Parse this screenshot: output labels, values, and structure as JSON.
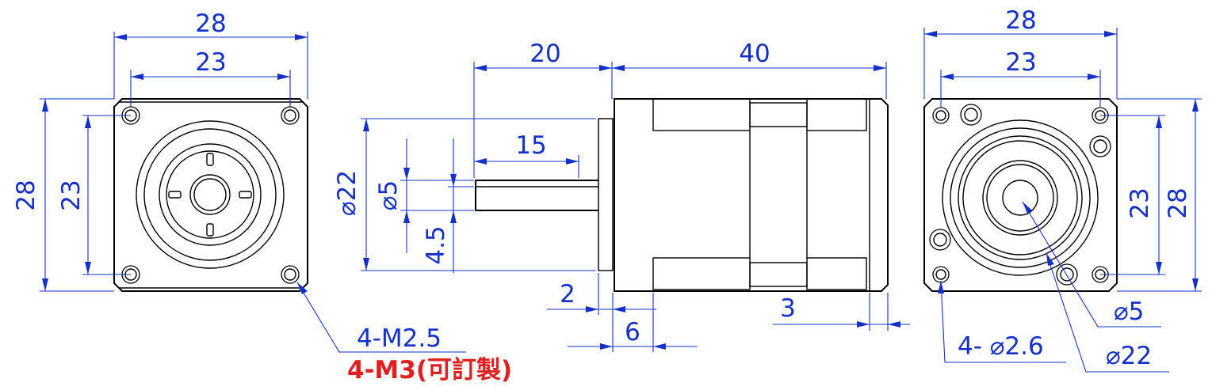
{
  "views": {
    "front": {
      "dims": {
        "top_outer": "28",
        "top_inner": "23",
        "left_outer": "28",
        "left_inner": "23"
      },
      "callout": "4-M2.5",
      "callout_alt": "4-M3(可訂製)"
    },
    "side": {
      "dims": {
        "shaft_len": "20",
        "body_len": "40",
        "flat_len": "15",
        "flange_dia": "⌀22",
        "shaft_dia": "⌀5",
        "flat_depth": "4.5",
        "pilot": "2",
        "step": "6",
        "rear": "3"
      }
    },
    "rear": {
      "dims": {
        "top_outer": "28",
        "top_inner": "23",
        "right_inner": "23",
        "right_outer": "28"
      },
      "callout_holes": "4- ⌀2.6",
      "callout_shaft": "⌀5",
      "callout_boss": "⌀22"
    }
  },
  "colors": {
    "dimension": "#1530c8",
    "callout_alt": "#e02020",
    "outline": "#000000"
  }
}
